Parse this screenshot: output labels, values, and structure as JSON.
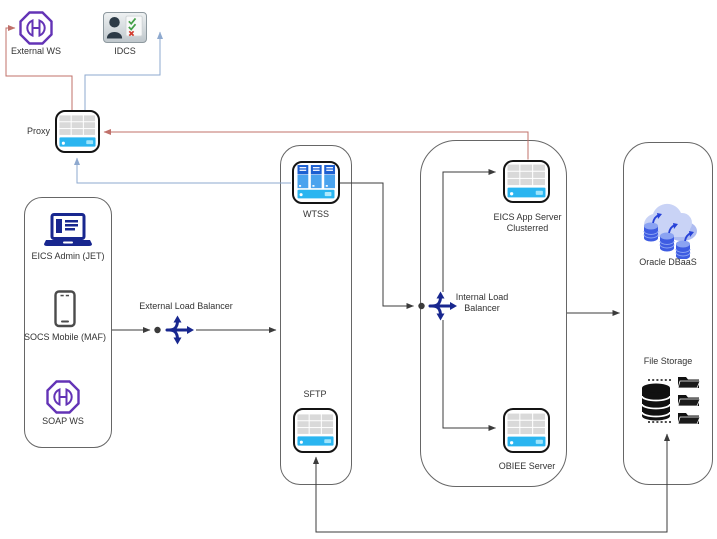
{
  "colors": {
    "line_black": "#3b3b3b",
    "line_red": "#c0706a",
    "line_blue": "#8ea9cf",
    "purple": "#6333b6",
    "navy": "#18278f",
    "cyan": "#2ab5f0",
    "db_blue": "#3e5ce2",
    "cloud_light": "#c9d3f6",
    "cloud_dark": "#aebcf1"
  },
  "nodes": {
    "external_ws": {
      "label": "External WS"
    },
    "idcs": {
      "label": "IDCS"
    },
    "proxy": {
      "label": "Proxy"
    },
    "eics_admin": {
      "label": "EICS Admin (JET)"
    },
    "socs_mobile": {
      "label": "SOCS Mobile (MAF)"
    },
    "soap_ws": {
      "label": "SOAP WS"
    },
    "external_lb": {
      "label": "External Load Balancer"
    },
    "wtss": {
      "label": "WTSS"
    },
    "sftp": {
      "label": "SFTP"
    },
    "internal_lb": {
      "line1": "Internal Load",
      "line2": "Balancer"
    },
    "eics_app": {
      "line1": "EICS App Server",
      "line2": "Clusterred"
    },
    "obiee": {
      "label": "OBIEE Server"
    },
    "oracle_dbaas": {
      "label": "Oracle DBaaS"
    },
    "file_storage": {
      "label": "File Storage"
    }
  }
}
